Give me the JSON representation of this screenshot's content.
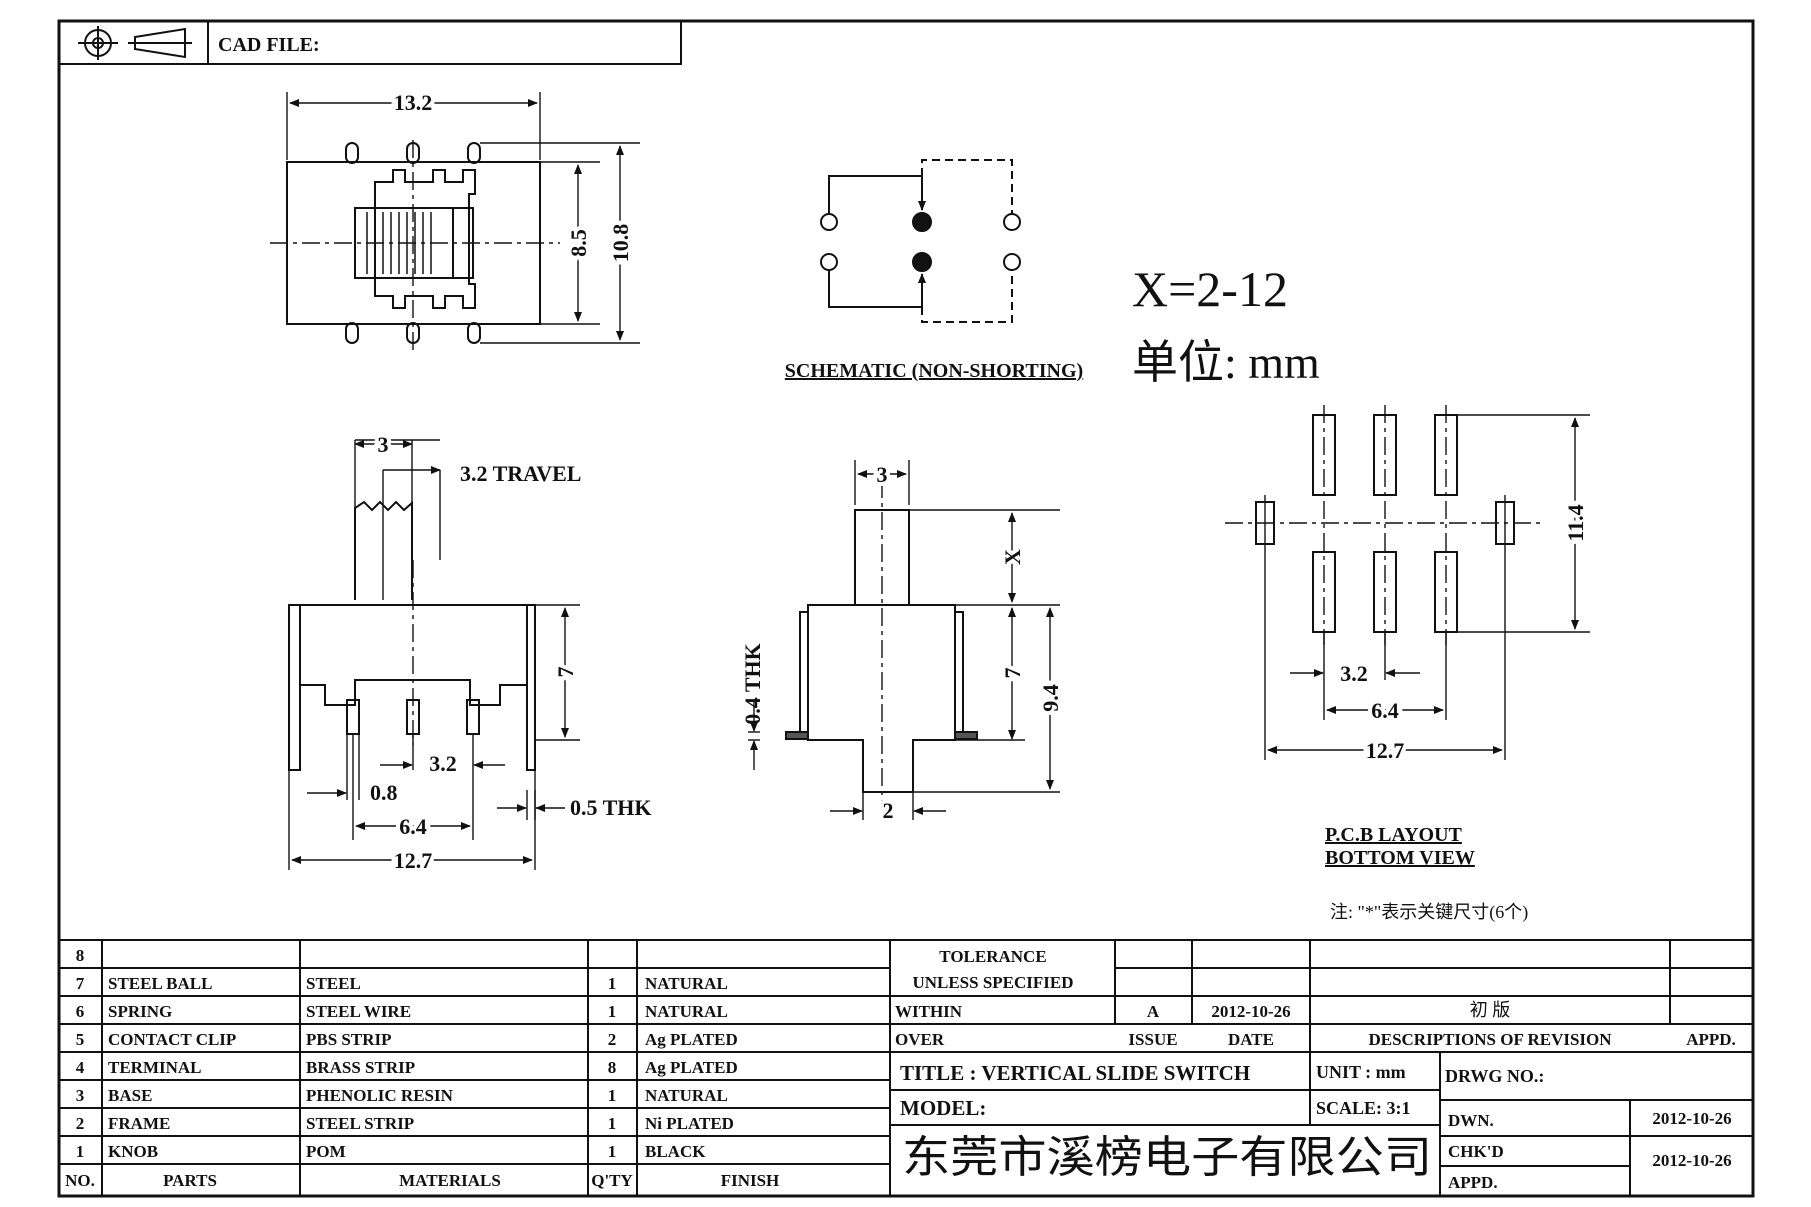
{
  "header": {
    "cad_file_label": "CAD FILE:"
  },
  "top_view": {
    "width": "13.2",
    "body_height": "8.5",
    "overall_height": "10.8"
  },
  "schematic": {
    "caption": "SCHEMATIC (NON-SHORTING)"
  },
  "spec": {
    "x_range": "X=2-12",
    "unit_text": "单位: mm"
  },
  "side_view": {
    "knob_width": "3",
    "travel": "3.2 TRAVEL",
    "height": "7",
    "pitch": "3.2",
    "pin_width": "0.8",
    "pin_span": "6.4",
    "overall": "12.7",
    "pin_thk": "0.5 THK"
  },
  "end_view": {
    "knob_width": "3",
    "thk": "0.4 THK",
    "x_label": "X",
    "height_7": "7",
    "height_9_4": "9.4",
    "pin_width": "2"
  },
  "pcb_layout": {
    "height": "11.4",
    "pitch": "3.2",
    "span": "6.4",
    "overall": "12.7",
    "caption_line1": "P.C.B LAYOUT",
    "caption_line2": "BOTTOM VIEW"
  },
  "note": "注: \"*\"表示关键尺寸(6个)",
  "bom": {
    "header": {
      "no": "NO.",
      "parts": "PARTS",
      "materials": "MATERIALS",
      "qty": "Q'TY",
      "finish": "FINISH"
    },
    "rows": [
      {
        "no": "8",
        "part": "",
        "material": "",
        "qty": "",
        "finish": ""
      },
      {
        "no": "7",
        "part": "STEEL BALL",
        "material": "STEEL",
        "qty": "1",
        "finish": "NATURAL"
      },
      {
        "no": "6",
        "part": "SPRING",
        "material": "STEEL WIRE",
        "qty": "1",
        "finish": "NATURAL"
      },
      {
        "no": "5",
        "part": "CONTACT CLIP",
        "material": "PBS STRIP",
        "qty": "2",
        "finish": "Ag PLATED"
      },
      {
        "no": "4",
        "part": "TERMINAL",
        "material": "BRASS STRIP",
        "qty": "8",
        "finish": "Ag PLATED"
      },
      {
        "no": "3",
        "part": "BASE",
        "material": "PHENOLIC RESIN",
        "qty": "1",
        "finish": "NATURAL"
      },
      {
        "no": "2",
        "part": "FRAME",
        "material": "STEEL STRIP",
        "qty": "1",
        "finish": "Ni PLATED"
      },
      {
        "no": "1",
        "part": "KNOB",
        "material": "POM",
        "qty": "1",
        "finish": "BLACK"
      }
    ]
  },
  "tolerance": {
    "title": "TOLERANCE",
    "subtitle": "UNLESS SPECIFIED",
    "within": "WITHIN",
    "over": "OVER"
  },
  "revision": {
    "issue": "A",
    "date": "2012-10-26",
    "description": "初 版",
    "issue_label": "ISSUE",
    "date_label": "DATE",
    "desc_label": "DESCRIPTIONS OF REVISION",
    "appd_label": "APPD."
  },
  "title_block": {
    "title": "TITLE :  VERTICAL SLIDE SWITCH",
    "unit": "UNIT :  mm",
    "drwg_no_label": "DRWG NO.:",
    "model_label": "MODEL:",
    "scale": "SCALE:  3:1",
    "company": "东莞市溪榜电子有限公司",
    "dwn_label": "DWN.",
    "dwn_date": "2012-10-26",
    "chkd_label": "CHK'D",
    "chk_date": "2012-10-26",
    "appd_label": "APPD."
  }
}
